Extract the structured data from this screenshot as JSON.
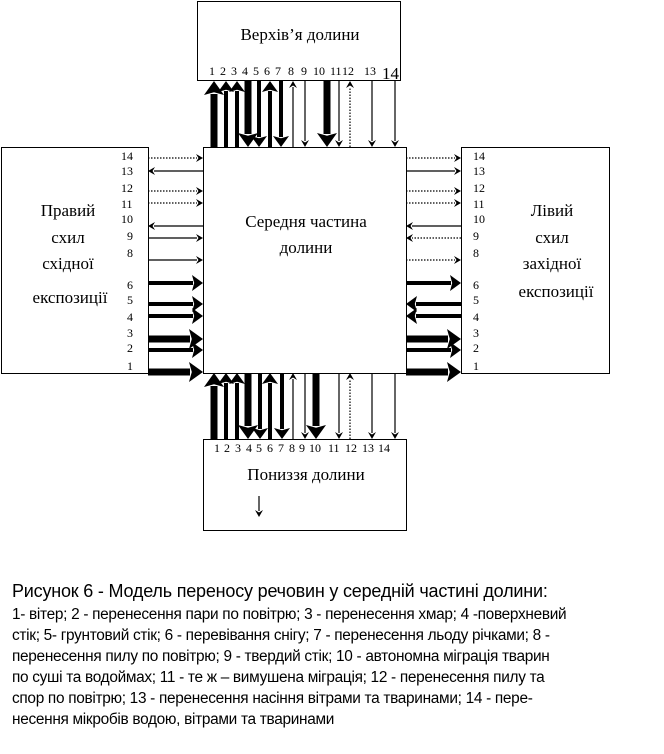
{
  "boxes": {
    "top": "Верхів’я долини",
    "center_line1": "Середня  частина",
    "center_line2": "долини",
    "bottom": "Пониззя долини",
    "left_lines": [
      "Правий",
      "схил",
      "східної",
      "експозиції"
    ],
    "right_lines": [
      "Лівий",
      "схил",
      "західної",
      "експозиції"
    ]
  },
  "flows": {
    "top": [
      {
        "n": "1",
        "dir": "up",
        "weight": "heavy",
        "style": "solid"
      },
      {
        "n": "2",
        "dir": "up",
        "weight": "medium",
        "style": "solid"
      },
      {
        "n": "3",
        "dir": "up",
        "weight": "medium",
        "style": "solid"
      },
      {
        "n": "4",
        "dir": "down",
        "weight": "heavy",
        "style": "solid"
      },
      {
        "n": "5",
        "dir": "down",
        "weight": "medium",
        "style": "solid"
      },
      {
        "n": "6",
        "dir": "up",
        "weight": "medium",
        "style": "solid"
      },
      {
        "n": "7",
        "dir": "down",
        "weight": "medium",
        "style": "solid"
      },
      {
        "n": "8",
        "dir": "up",
        "weight": "thin",
        "style": "solid"
      },
      {
        "n": "9",
        "dir": "down",
        "weight": "thin",
        "style": "solid"
      },
      {
        "n": "10",
        "dir": "down",
        "weight": "heavy",
        "style": "solid"
      },
      {
        "n": "11",
        "dir": "down",
        "weight": "thin",
        "style": "solid"
      },
      {
        "n": "12",
        "dir": "up",
        "weight": "thin",
        "style": "dotted"
      },
      {
        "n": "13",
        "dir": "down",
        "weight": "thin",
        "style": "solid"
      },
      {
        "n": "14",
        "dir": "down",
        "weight": "thin",
        "style": "solid"
      }
    ],
    "bottom": [
      {
        "n": "1",
        "dir": "up",
        "weight": "heavy",
        "style": "solid"
      },
      {
        "n": "2",
        "dir": "up",
        "weight": "medium",
        "style": "solid"
      },
      {
        "n": "3",
        "dir": "up",
        "weight": "medium",
        "style": "solid"
      },
      {
        "n": "4",
        "dir": "down",
        "weight": "heavy",
        "style": "solid"
      },
      {
        "n": "5",
        "dir": "down",
        "weight": "medium",
        "style": "solid"
      },
      {
        "n": "6",
        "dir": "up",
        "weight": "medium",
        "style": "solid"
      },
      {
        "n": "7",
        "dir": "down",
        "weight": "medium",
        "style": "solid"
      },
      {
        "n": "8",
        "dir": "up",
        "weight": "thin",
        "style": "solid"
      },
      {
        "n": "9",
        "dir": "down",
        "weight": "thin",
        "style": "solid"
      },
      {
        "n": "10",
        "dir": "down",
        "weight": "heavy",
        "style": "solid"
      },
      {
        "n": "11",
        "dir": "down",
        "weight": "thin",
        "style": "solid"
      },
      {
        "n": "12",
        "dir": "up",
        "weight": "thin",
        "style": "dotted"
      },
      {
        "n": "13",
        "dir": "down",
        "weight": "thin",
        "style": "solid"
      },
      {
        "n": "14",
        "dir": "down",
        "weight": "thin",
        "style": "solid"
      }
    ],
    "left": [
      {
        "n": "14",
        "dir": "right",
        "weight": "thin",
        "style": "dotted"
      },
      {
        "n": "13",
        "dir": "left",
        "weight": "thin",
        "style": "solid"
      },
      {
        "n": "12",
        "dir": "right",
        "weight": "thin",
        "style": "dotted"
      },
      {
        "n": "11",
        "dir": "right",
        "weight": "thin",
        "style": "dotted"
      },
      {
        "n": "10",
        "dir": "left",
        "weight": "thin",
        "style": "solid"
      },
      {
        "n": "9",
        "dir": "right",
        "weight": "thin",
        "style": "solid"
      },
      {
        "n": "8",
        "dir": "right",
        "weight": "thin",
        "style": "solid"
      },
      {
        "n": "6",
        "dir": "right",
        "weight": "medium",
        "style": "solid"
      },
      {
        "n": "5",
        "dir": "right",
        "weight": "medium",
        "style": "solid"
      },
      {
        "n": "4",
        "dir": "right",
        "weight": "medium",
        "style": "solid"
      },
      {
        "n": "3",
        "dir": "right",
        "weight": "heavy",
        "style": "solid"
      },
      {
        "n": "2",
        "dir": "right",
        "weight": "medium",
        "style": "solid"
      },
      {
        "n": "1",
        "dir": "right",
        "weight": "heavy",
        "style": "solid"
      }
    ],
    "right": [
      {
        "n": "14",
        "dir": "right",
        "weight": "thin",
        "style": "dotted"
      },
      {
        "n": "13",
        "dir": "right",
        "weight": "thin",
        "style": "solid"
      },
      {
        "n": "12",
        "dir": "right",
        "weight": "thin",
        "style": "dotted"
      },
      {
        "n": "11",
        "dir": "right",
        "weight": "thin",
        "style": "dotted"
      },
      {
        "n": "10",
        "dir": "left",
        "weight": "thin",
        "style": "solid"
      },
      {
        "n": "9",
        "dir": "left",
        "weight": "thin",
        "style": "dotted"
      },
      {
        "n": "8",
        "dir": "right",
        "weight": "thin",
        "style": "dotted"
      },
      {
        "n": "6",
        "dir": "right",
        "weight": "medium",
        "style": "solid"
      },
      {
        "n": "5",
        "dir": "left",
        "weight": "medium",
        "style": "solid"
      },
      {
        "n": "4",
        "dir": "left",
        "weight": "medium",
        "style": "solid"
      },
      {
        "n": "3",
        "dir": "right",
        "weight": "heavy",
        "style": "solid"
      },
      {
        "n": "2",
        "dir": "right",
        "weight": "medium",
        "style": "solid"
      },
      {
        "n": "1",
        "dir": "right",
        "weight": "heavy",
        "style": "solid"
      }
    ]
  },
  "bottom_extra_arrow": "down",
  "caption": {
    "title": "Рисунок    6 - Модель переносу речовин у середній частині долини:",
    "lines": [
      "1- вітер; 2 - перенесення пари по повітрю; 3   - перенесення хмар; 4 -поверхневий",
      "стік; 5- грунтовий стік; 6 - перевівання снігу; 7 - перенесення льоду річками; 8  -",
      "перенесення пилу по повітрю; 9  - твердий стік; 10  - автономна міграція тварин",
      "по суші та водоймах; 11  - те ж   – вимушена міграція; 12  - перенесення пилу та",
      "спор по повітрю; 13   -   перенесення насіння вітрами та тваринами; 14  - пере-",
      "несення мікробів водою, вітрами та  тваринами"
    ]
  }
}
